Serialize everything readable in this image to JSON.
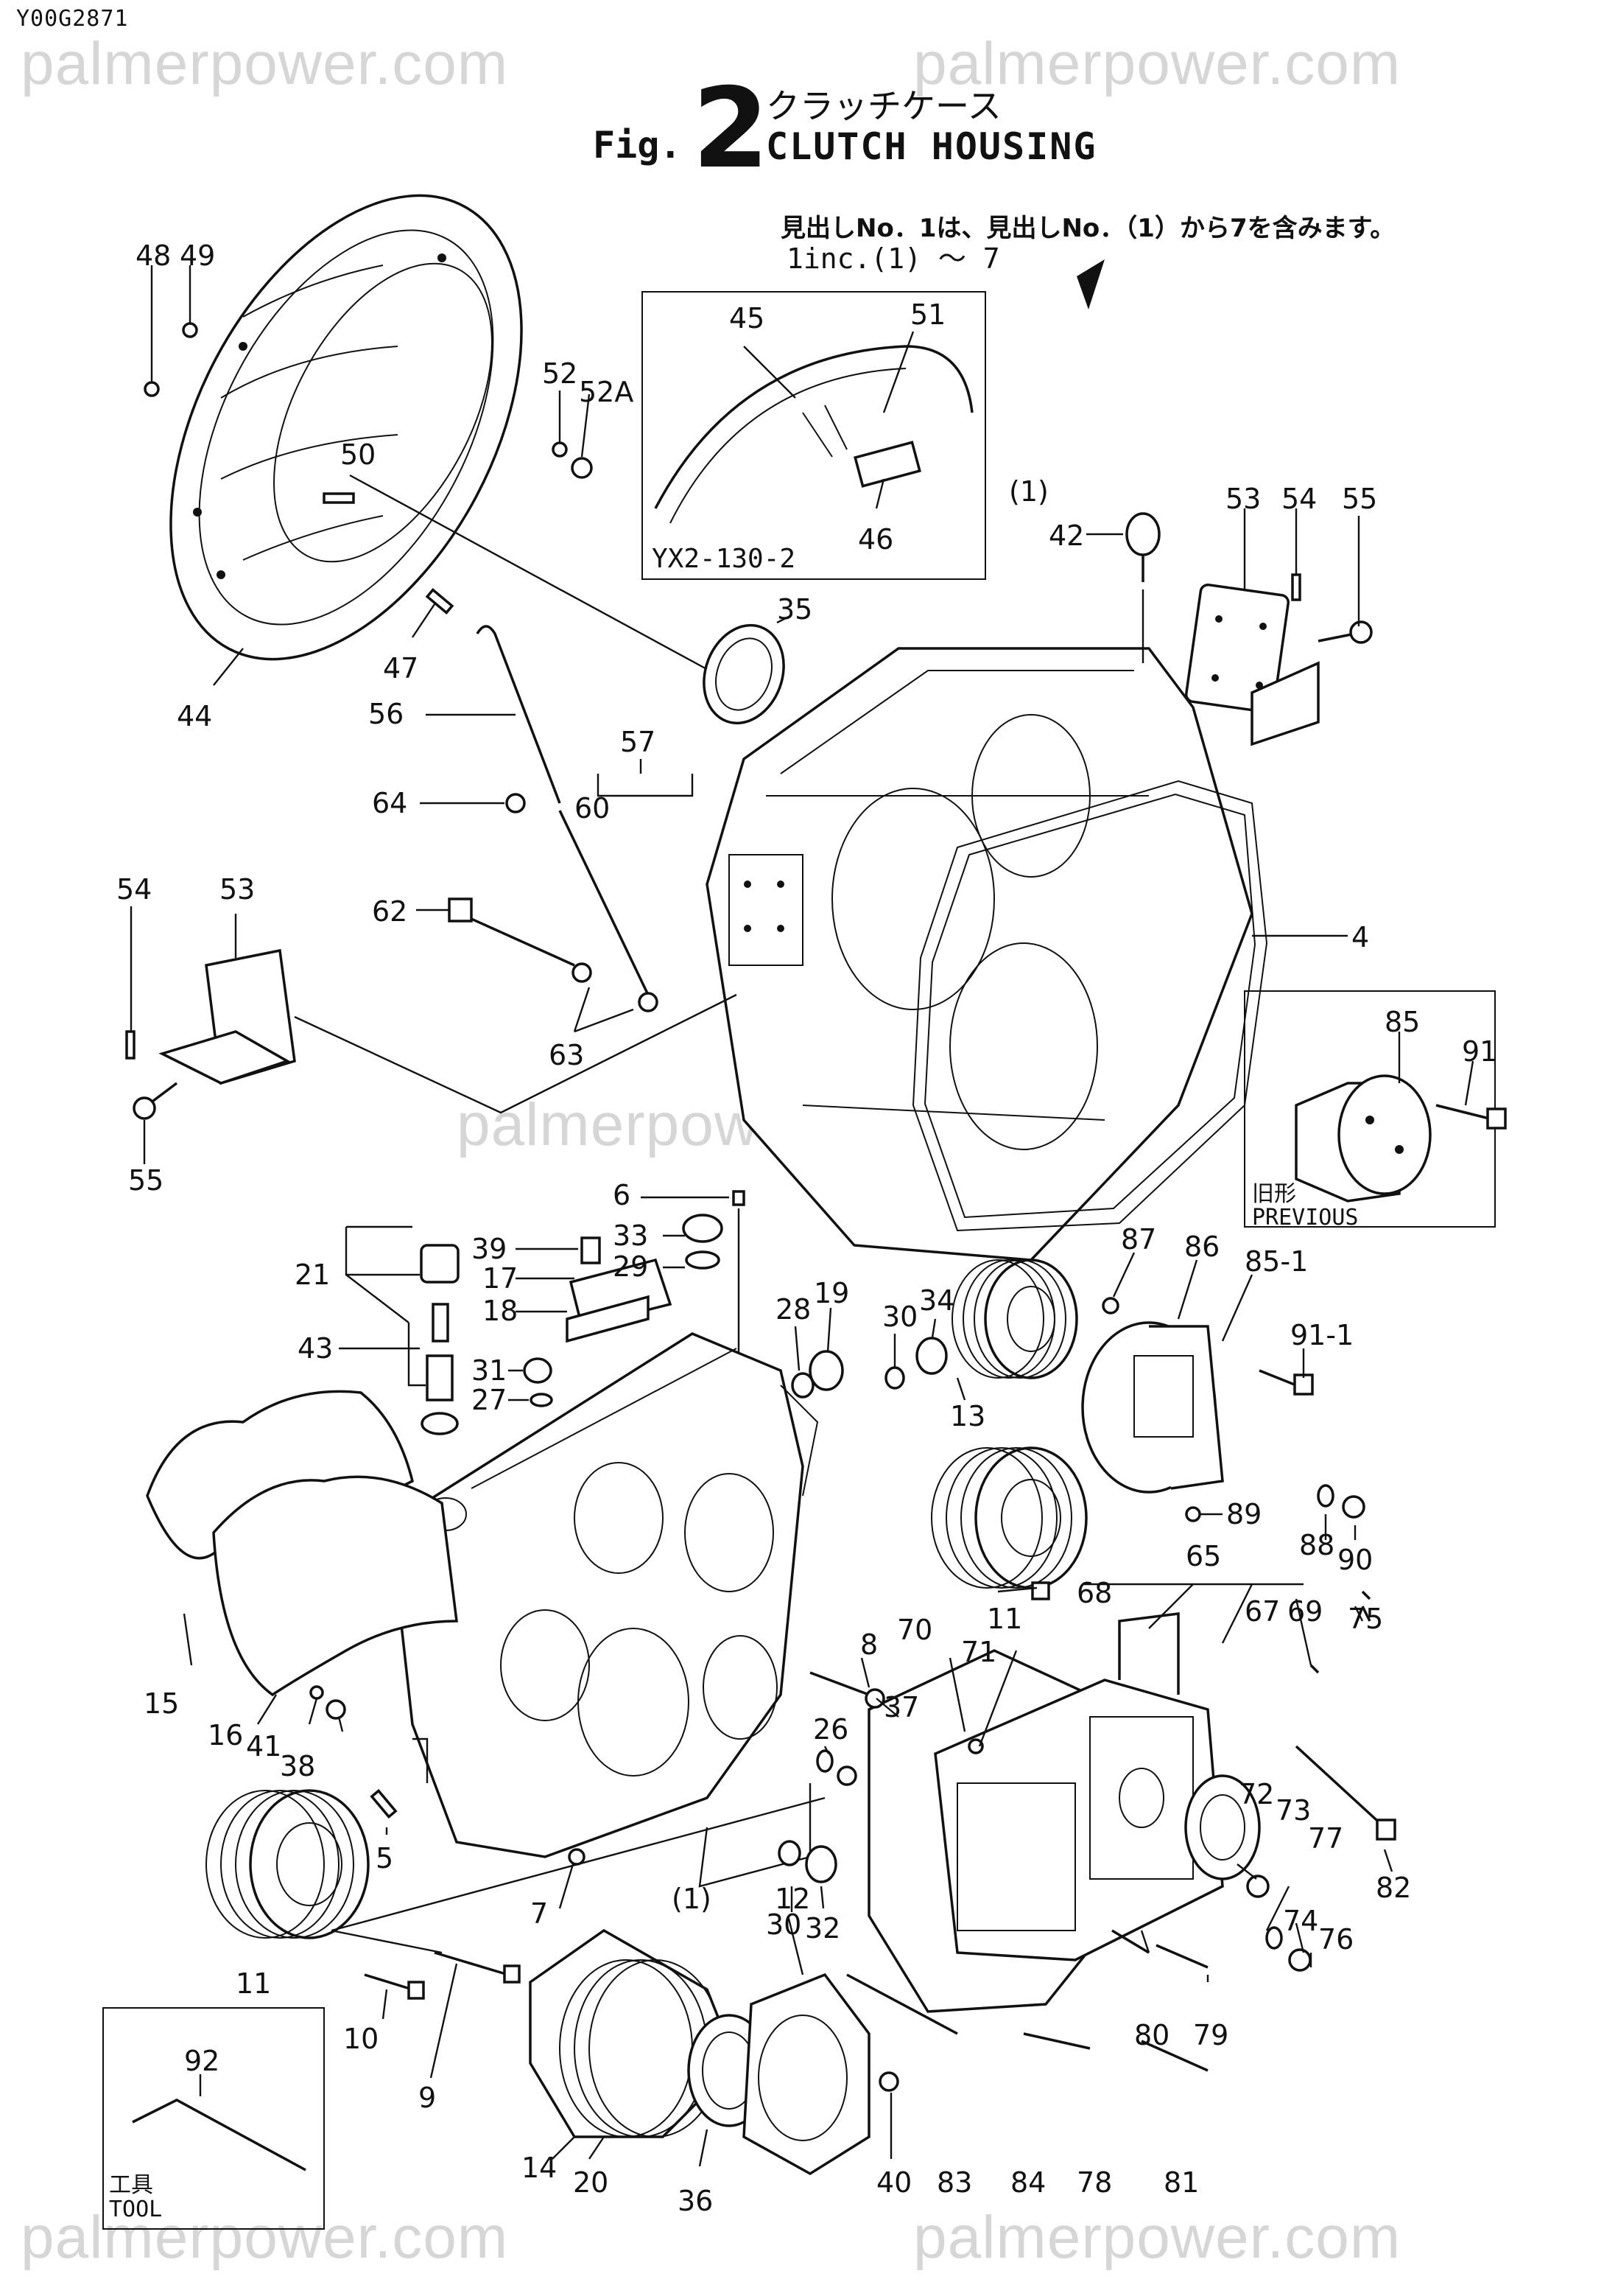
{
  "doc_code": "Y00G2871",
  "watermark": "palmerpower.com",
  "figure": {
    "prefix": "Fig.",
    "number": "2",
    "title_jp": "クラッチケース",
    "title_en": "CLUTCH HOUSING",
    "note_jp": "見出しNo．1は、見出しNo．（1）から7を含みます。",
    "note_en": "1inc.(1) ～ 7"
  },
  "inset_detail": {
    "label": "YX2-130-2",
    "callouts": [
      "45",
      "51",
      "46"
    ]
  },
  "inset_previous": {
    "label_jp": "旧形",
    "label_en": "PREVIOUS",
    "callouts": [
      "85",
      "91"
    ]
  },
  "inset_tool": {
    "label_jp": "工具",
    "label_en": "TOOL",
    "callouts": [
      "92"
    ]
  },
  "callouts": {
    "c48": "48",
    "c49": "49",
    "c52": "52",
    "c52a": "52A",
    "c50": "50",
    "c47": "47",
    "c44": "44",
    "c35": "35",
    "c56": "56",
    "c57": "57",
    "c60": "60",
    "c64": "64",
    "c62": "62",
    "c63": "63",
    "c54a": "54",
    "c53a": "53",
    "c55a": "55",
    "c1a": "(1)",
    "c42": "42",
    "c53b": "53",
    "c54b": "54",
    "c55b": "55",
    "c4": "4",
    "c6": "6",
    "c33": "33",
    "c29": "29",
    "c21": "21",
    "c39": "39",
    "c17": "17",
    "c18": "18",
    "c43": "43",
    "c31": "31",
    "c27": "27",
    "c28": "28",
    "c19": "19",
    "c30a": "30",
    "c34": "34",
    "c13": "13",
    "c87": "87",
    "c86": "86",
    "c85_1": "85-1",
    "c91_1": "91-1",
    "c89": "89",
    "c88": "88",
    "c90": "90",
    "c65": "65",
    "c11a": "11",
    "c68": "68",
    "c67": "67",
    "c69": "69",
    "c75": "75",
    "c15": "15",
    "c16": "16",
    "c41": "41",
    "c38": "38",
    "c8": "8",
    "c70": "70",
    "c71": "71",
    "c26": "26",
    "c37": "37",
    "c5": "5",
    "c7": "7",
    "c1b": "(1)",
    "c30b": "30",
    "c32": "32",
    "c72": "72",
    "c73": "73",
    "c77": "77",
    "c82": "82",
    "c74": "74",
    "c76": "76",
    "c11b": "11",
    "c12": "12",
    "c10": "10",
    "c9": "9",
    "c14": "14",
    "c20": "20",
    "c36": "36",
    "c40": "40",
    "c83": "83",
    "c84": "84",
    "c78": "78",
    "c81": "81",
    "c80": "80",
    "c79": "79"
  }
}
